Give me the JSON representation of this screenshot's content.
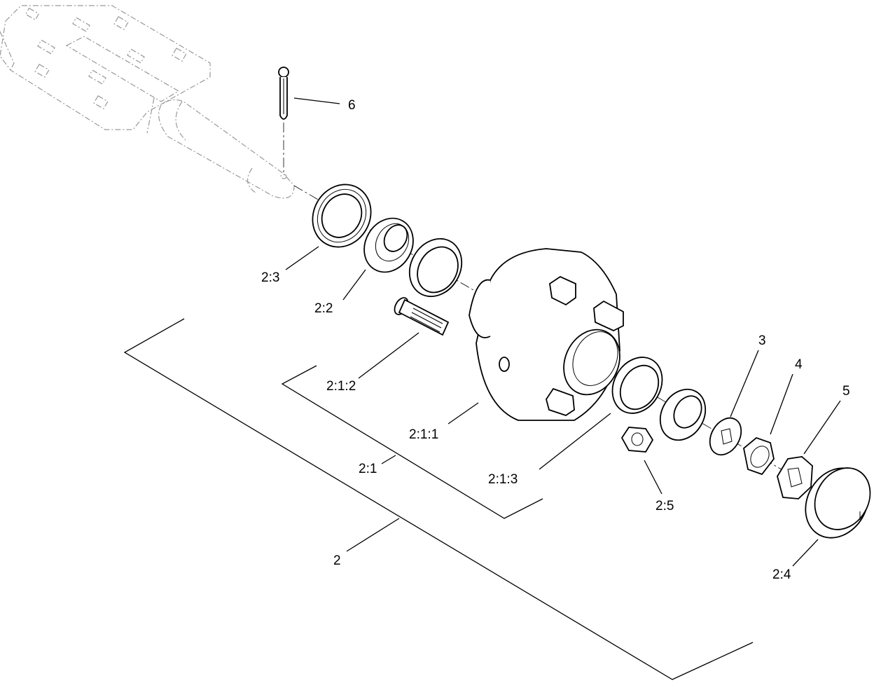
{
  "labels": {
    "part_6": "6",
    "part_2_3": "2:3",
    "part_2_2": "2:2",
    "part_2_1_2": "2:1:2",
    "part_2_1_1": "2:1:1",
    "part_2_1": "2:1",
    "part_2_1_3": "2:1:3",
    "part_2_5": "2:5",
    "part_3": "3",
    "part_4": "4",
    "part_5": "5",
    "part_2": "2",
    "part_2_4": "2:4"
  },
  "colors": {
    "line": "#000000",
    "ghost_line": "#9a9a9a",
    "background": "#ffffff"
  }
}
